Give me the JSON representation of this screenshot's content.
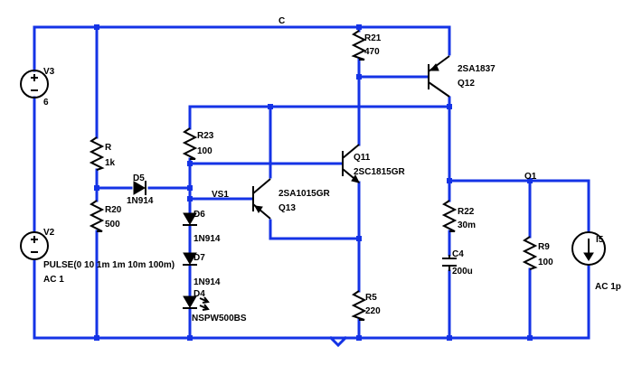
{
  "nets": {
    "top_net": "C",
    "sense_net": "VS1",
    "output_net": "O1"
  },
  "components": {
    "V3": {
      "ref": "V3",
      "value": "6"
    },
    "V2": {
      "ref": "V2",
      "value": "PULSE(0 10 1m 1m 10m 100m)",
      "ac": "AC 1"
    },
    "R20": {
      "ref": "R20",
      "value": "500"
    },
    "R21": {
      "ref": "R21",
      "value": "470"
    },
    "R22": {
      "ref": "R22",
      "value": "30m"
    },
    "R23": {
      "ref": "R23",
      "value": "100"
    },
    "R5": {
      "ref": "R5",
      "value": "220"
    },
    "R9": {
      "ref": "R9",
      "value": "100"
    },
    "R": {
      "ref": "R",
      "value": "1k"
    },
    "D4": {
      "ref": "D4",
      "value": "NSPW500BS"
    },
    "D5": {
      "ref": "D5",
      "value": "1N914"
    },
    "D6": {
      "ref": "D6",
      "value": "1N914"
    },
    "D7": {
      "ref": "D7",
      "value": "1N914"
    },
    "C4": {
      "ref": "C4",
      "value": "200u"
    },
    "Q11": {
      "ref": "Q11",
      "value": "2SC1815GR"
    },
    "Q12": {
      "ref": "Q12",
      "value": "2SA1837"
    },
    "Q13": {
      "ref": "Q13",
      "value": "2SA1015GR"
    },
    "I5": {
      "ref": "I5",
      "value": "AC 1p"
    }
  },
  "colors": {
    "wire": "#1433e6",
    "component": "#000000",
    "background": "#ffffff"
  }
}
